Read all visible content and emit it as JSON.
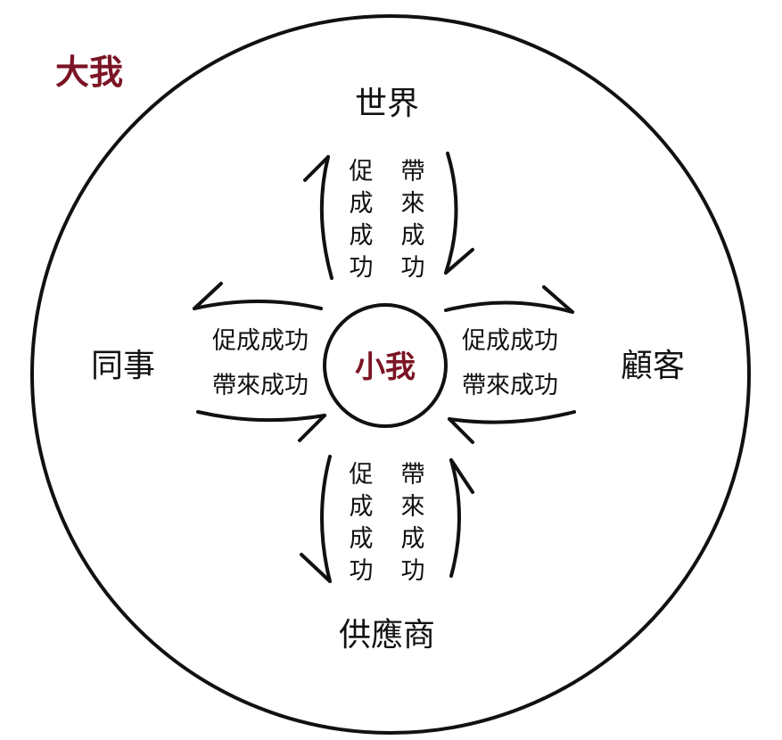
{
  "outer_label": "大我",
  "center_label": "小我",
  "colors": {
    "accent": "#7b1424",
    "line": "#111111"
  },
  "nodes": {
    "top": "世界",
    "bottom": "供應商",
    "left": "同事",
    "right": "顧客"
  },
  "flows": {
    "top": {
      "outgoing": "促成成功",
      "incoming": "帶來成功"
    },
    "bottom": {
      "outgoing": "促成成功",
      "incoming": "帶來成功"
    },
    "left": {
      "outgoing": "促成成功",
      "incoming": "帶來成功"
    },
    "right": {
      "outgoing": "促成成功",
      "incoming": "帶來成功"
    }
  }
}
